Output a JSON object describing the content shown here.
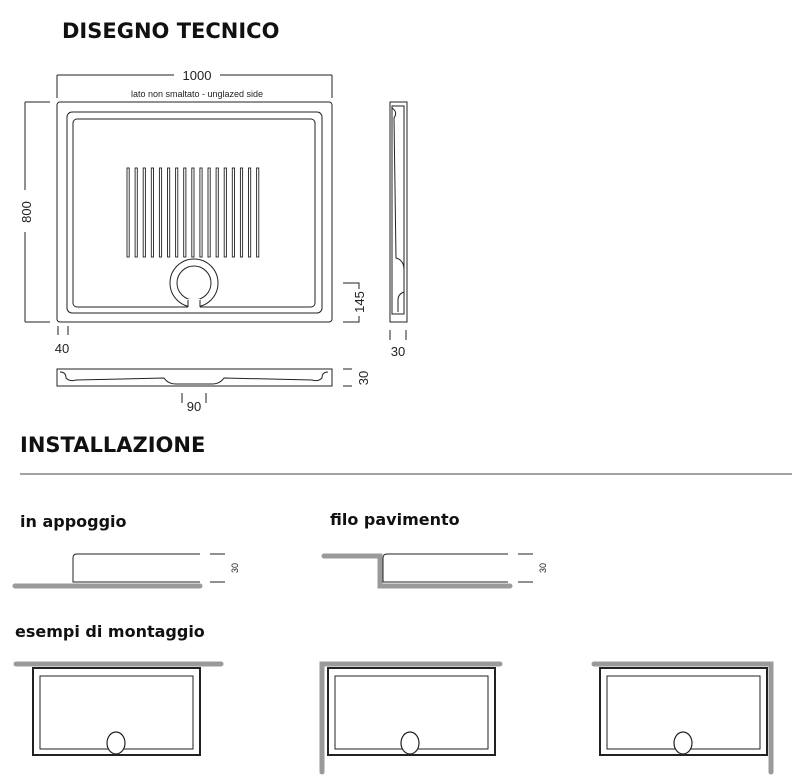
{
  "sections": {
    "technical_drawing_title": "DISEGNO TECNICO",
    "installation_title": "INSTALLAZIONE",
    "in_appoggio": "in appoggio",
    "filo_pavimento": "filo pavimento",
    "mounting_examples": "esempi di montaggio"
  },
  "dimensions": {
    "width": "1000",
    "unglazed_note": "lato non smaltato - unglazed side",
    "depth": "800",
    "rim": "40",
    "drain_offset": "145",
    "side_thickness": "30",
    "front_height": "30",
    "drain_width": "90",
    "appoggio_height": "30",
    "filo_height": "30"
  }
}
